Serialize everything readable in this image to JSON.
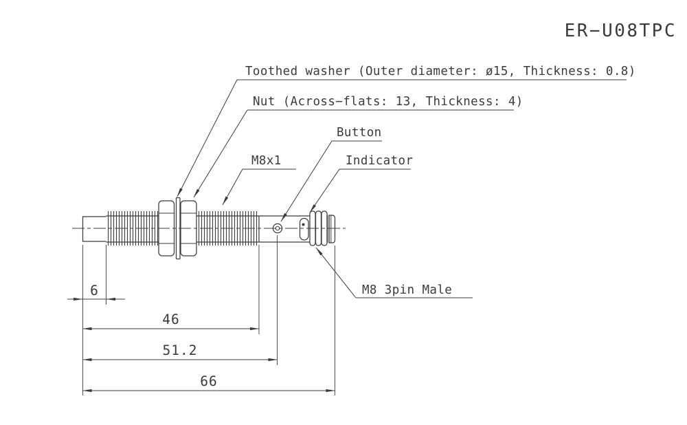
{
  "title": "ER−U08TPC",
  "callouts": {
    "toothed_washer": "Toothed washer (Outer diameter: ø15, Thickness: 0.8)",
    "nut": "Nut (Across−flats: 13, Thickness: 4)",
    "button": "Button",
    "thread": "M8x1",
    "indicator": "Indicator",
    "connector": "M8 3pin Male"
  },
  "dimensions_mm": {
    "nose_length": "6",
    "thread_length": "46",
    "button_offset": "51.2",
    "overall_length": "66"
  },
  "colors": {
    "line": "#3b3b3b",
    "background": "#ffffff"
  }
}
